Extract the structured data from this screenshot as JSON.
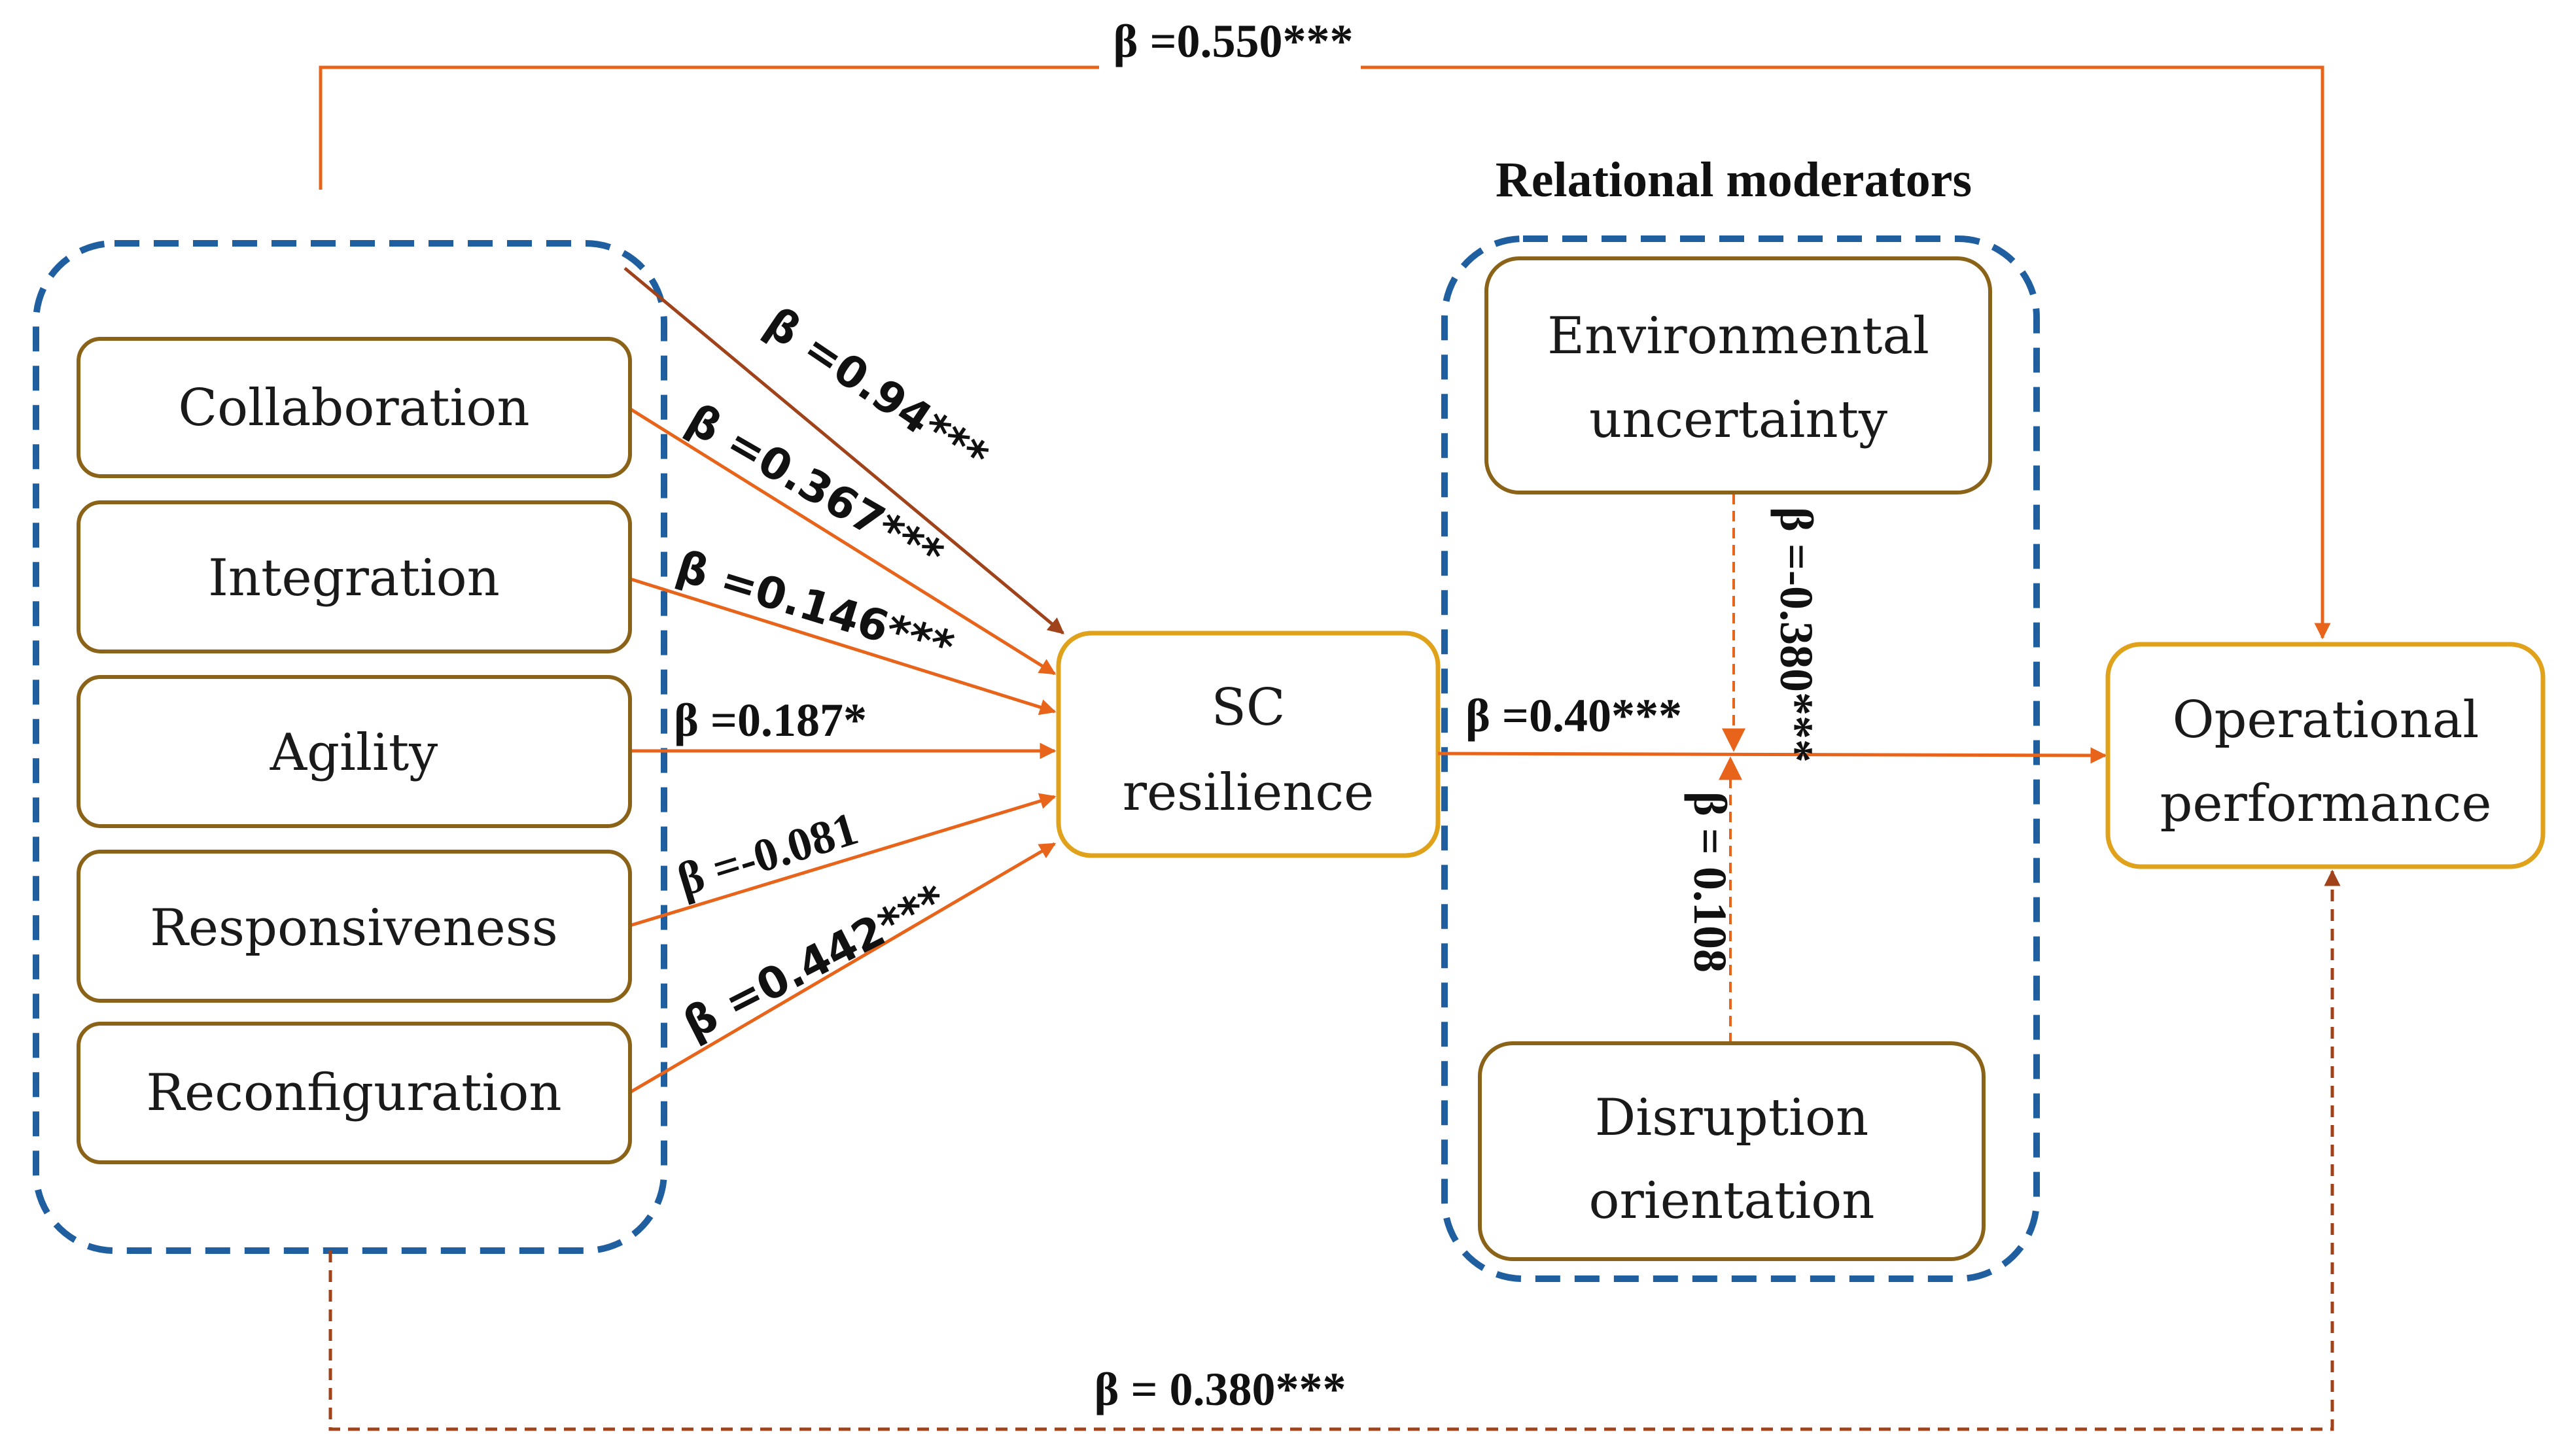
{
  "heading": "Relational moderators",
  "capabilities": [
    {
      "label": "Collaboration"
    },
    {
      "label": "Integration"
    },
    {
      "label": "Agility"
    },
    {
      "label": "Responsiveness"
    },
    {
      "label": "Reconfiguration"
    }
  ],
  "sc_resilience": {
    "line1": "SC",
    "line2": "resilience"
  },
  "environmental_uncertainty": {
    "line1": "Environmental",
    "line2": "uncertainty"
  },
  "disruption_orientation": {
    "line1": "Disruption",
    "line2": "orientation"
  },
  "operational_performance": {
    "line1": "Operational",
    "line2": "performance"
  },
  "paths": {
    "group_to_op_top": "β =0.550***",
    "group_to_resilience": "β =0.94***",
    "collaboration": "β =0.367***",
    "integration": "β =0.146***",
    "agility": "β =0.187*",
    "responsiveness": "β =-0.081",
    "reconfiguration": "β =0.442***",
    "resilience_to_op": "β =0.40***",
    "env_moderation": "β =-0.380***",
    "disruption_moderation": "β = 0.108",
    "group_to_op_bottom": "β = 0.380***"
  },
  "colors": {
    "dashed_group": "#1f5fa0",
    "box_border_brown": "#8b6318",
    "box_border_gold": "#e0a21a",
    "arrow_orange": "#e8641b",
    "arrow_brown": "#a0421a"
  }
}
